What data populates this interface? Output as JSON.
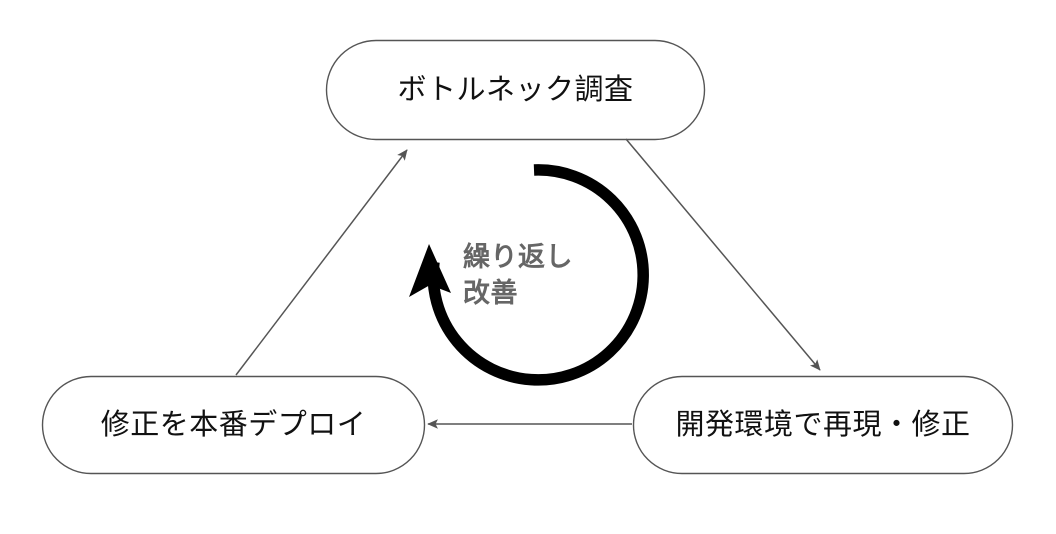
{
  "diagram": {
    "type": "cycle-diagram",
    "background_color": "#ffffff",
    "node_border_color": "#555555",
    "node_fill_color": "#ffffff",
    "connector_color": "#555555",
    "cycle_arrow_color": "#000000",
    "cycle_label_color": "#666666",
    "node_text_color": "#111111",
    "nodes": [
      {
        "id": "bottleneck-investigation",
        "label": "ボトルネック調査",
        "position": "top"
      },
      {
        "id": "deploy-fix-to-production",
        "label": "修正を本番デプロイ",
        "position": "bottom-left"
      },
      {
        "id": "reproduce-and-fix-in-dev",
        "label": "開発環境で再現・修正",
        "position": "bottom-right"
      }
    ],
    "center": {
      "label_line1": "繰り返し",
      "label_line2": "改善",
      "label": "繰り返し\n改善"
    },
    "connectors": [
      {
        "id": "top-to-right",
        "from": "bottleneck-investigation",
        "to": "reproduce-and-fix-in-dev"
      },
      {
        "id": "right-to-left",
        "from": "reproduce-and-fix-in-dev",
        "to": "deploy-fix-to-production"
      },
      {
        "id": "left-to-top",
        "from": "deploy-fix-to-production",
        "to": "bottleneck-investigation"
      }
    ]
  }
}
